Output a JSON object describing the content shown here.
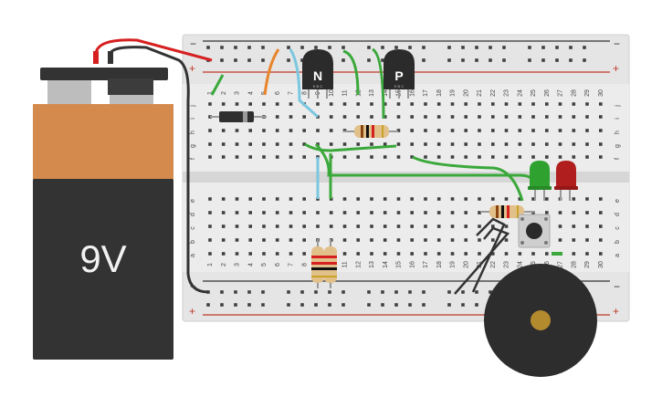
{
  "battery": {
    "label": "9V"
  },
  "breadboard": {
    "rail_minus": "−",
    "rail_plus": "+",
    "columns": [
      "1",
      "2",
      "3",
      "4",
      "5",
      "6",
      "7",
      "8",
      "9",
      "10",
      "11",
      "12",
      "13",
      "14",
      "15",
      "16",
      "17",
      "18",
      "19",
      "20",
      "21",
      "22",
      "23",
      "24",
      "25",
      "26",
      "27",
      "28",
      "29",
      "30"
    ],
    "rows_top": [
      "j",
      "i",
      "h",
      "g",
      "f"
    ],
    "rows_bottom": [
      "e",
      "d",
      "c",
      "b",
      "a"
    ]
  },
  "transistors": [
    {
      "label": "N",
      "pins": "E B C"
    },
    {
      "label": "P",
      "pins": "E B C"
    }
  ],
  "colors": {
    "battery_top": "#d48a4d",
    "battery_body": "#333333",
    "led_green": "#2ea12e",
    "led_red": "#b01e1e",
    "buzzer": "#2d2d2d",
    "wire_red": "#d62020",
    "wire_black": "#333333",
    "wire_green": "#3aa83a",
    "wire_orange": "#e8842a",
    "wire_blue": "#7ac7e0"
  }
}
